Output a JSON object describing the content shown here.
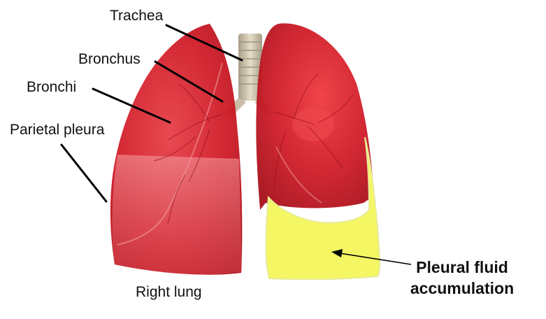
{
  "labels": {
    "trachea": "Trachea",
    "bronchus": "Bronchus",
    "bronchi": "Bronchi",
    "parietal_pleura": "Parietal pleura",
    "right_lung": "Right lung",
    "pleural_fluid_line1": "Pleural fluid",
    "pleural_fluid_line2": "accumulation"
  },
  "colors": {
    "lung_red": "#d81f2a",
    "lung_dark": "#a8101a",
    "trachea": "#cfc6b0",
    "fluid_yellow": "#f4f763",
    "leader_line": "#000000"
  }
}
